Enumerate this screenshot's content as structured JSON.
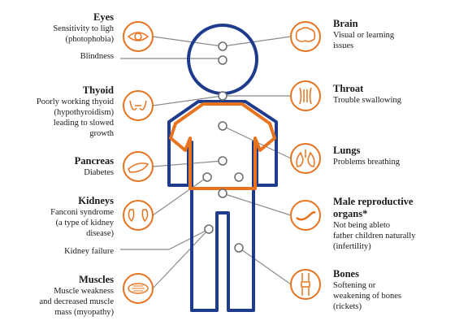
{
  "colors": {
    "body_outline": "#1f3b8c",
    "torso_outline": "#e8731f",
    "icon": "#e8731f",
    "leader": "#8a8a8a",
    "dot_fill": "#ffffff",
    "dot_stroke": "#6b6b6b"
  },
  "organs": {
    "eyes": {
      "title": "Eyes",
      "lines": [
        "Sensitivity to ligh\n(photophobia)",
        "Blindness"
      ],
      "icon": "eye-icon"
    },
    "thyroid": {
      "title": "Thyoid",
      "lines": [
        "Poorly working thyoid\n(hypothyroidism)\nleading to slowed\ngrowth"
      ],
      "icon": "thyroid-icon"
    },
    "pancreas": {
      "title": "Pancreas",
      "lines": [
        "Diabetes"
      ],
      "icon": "pancreas-icon"
    },
    "kidneys": {
      "title": "Kidneys",
      "lines": [
        "Fanconi syndrome\n(a type of kidney\ndisease)",
        "Kidney failure"
      ],
      "icon": "kidneys-icon"
    },
    "muscles": {
      "title": "Muscles",
      "lines": [
        "Muscle weakness\nand decreased muscle\nmass (myopathy)"
      ],
      "icon": "muscle-icon"
    },
    "brain": {
      "title": "Brain",
      "lines": [
        "Visual or learning\nissues"
      ],
      "icon": "brain-icon"
    },
    "throat": {
      "title": "Throat",
      "lines": [
        "Trouble swallowing"
      ],
      "icon": "throat-icon"
    },
    "lungs": {
      "title": "Lungs",
      "lines": [
        "Problems breathing"
      ],
      "icon": "lungs-icon"
    },
    "male_reproductive": {
      "title": "Male reproductive\norgans*",
      "lines": [
        "Not being ableto\nfather children naturally\n(infertility)"
      ],
      "icon": "reproductive-organ-icon"
    },
    "bones": {
      "title": "Bones",
      "lines": [
        "Softening or\nweakening of bones\n(rickets)"
      ],
      "icon": "bone-icon"
    }
  }
}
